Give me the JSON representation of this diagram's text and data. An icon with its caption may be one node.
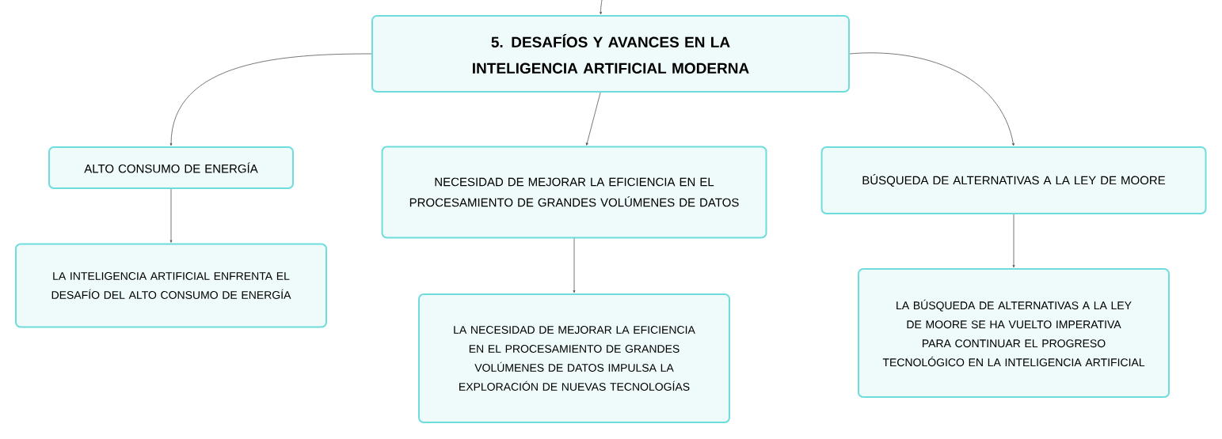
{
  "diagram": {
    "nodes": [
      {
        "text": [
          "5. DESAFÍOS Y AVANCES EN LA INTELIGENCIA ARTIFICIAL MODERNA"
        ]
      },
      {
        "text": [
          "ALTO CONSUMO DE ENERGÍA"
        ]
      },
      {
        "text": [
          "NECESIDAD DE MEJORAR LA EFICIENCIA EN EL PROCESAMIENTO DE GRANDES VOLÚMENES DE DATOS"
        ]
      },
      {
        "text": [
          "BÚSQUEDA DE ALTERNATIVAS A LA LEY DE MOORE"
        ]
      },
      {
        "text": [
          "LA INTELIGENCIA ARTIFICIAL ENFRENTA EL DESAFÍO DEL ALTO CONSUMO DE ENERGÍA"
        ]
      },
      {
        "text": [
          "LA NECESIDAD DE MEJORAR LA EFICIENCIA EN EL PROCESAMIENTO DE GRANDES VOLÚMENES DE DATOS IMPULSA LA EXPLORACIÓN DE NUEVAS TECNOLOGÍAS"
        ]
      },
      {
        "text": [
          "LA BÚSQUEDA DE ALTERNATIVAS A LA LEY DE MOORE SE HA VUELTO IMPERATIVA PARA CONTINUAR EL PROGRESO TECNOLÓGICO EN LA INTELIGENCIA ARTIFICIAL"
        ]
      }
    ],
    "edges": [
      {
        "from": null,
        "to": 0,
        "arrow": "to"
      },
      {
        "from": 0,
        "to": 1,
        "arrow": "to"
      },
      {
        "from": 0,
        "to": 2,
        "arrow": "to"
      },
      {
        "from": 0,
        "to": 3,
        "arrow": "to"
      },
      {
        "from": 1,
        "to": 4,
        "arrow": "to"
      },
      {
        "from": 2,
        "to": 5,
        "arrow": "to"
      },
      {
        "from": 3,
        "to": 6,
        "arrow": "to"
      }
    ]
  }
}
